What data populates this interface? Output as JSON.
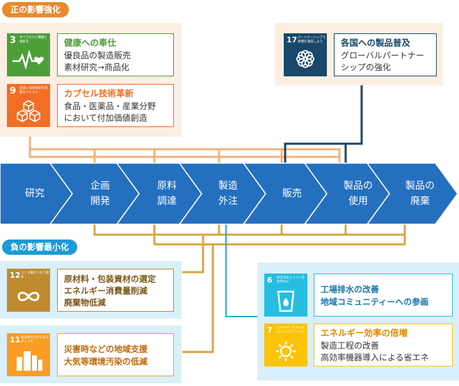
{
  "positive": {
    "pill": "正の影響強化",
    "cards": [
      {
        "sdg_num": "3",
        "sdg_caption": "すべての人に健康と福祉を",
        "title": "健康への奉仕",
        "lines": [
          "優良品の製造販売",
          "素材研究→商品化"
        ]
      },
      {
        "sdg_num": "9",
        "sdg_caption": "産業と技術革新の基盤をつくろう",
        "title": "カプセル技術革新",
        "lines": [
          "食品・医薬品・産業分野",
          "において付加価値創造"
        ]
      }
    ],
    "right_card": {
      "sdg_num": "17",
      "sdg_caption": "パートナーシップで目標を達成しよう",
      "title": "各国への製品普及",
      "lines": [
        "グローバルパートナー",
        "シップの強化"
      ]
    }
  },
  "flow": {
    "steps": [
      {
        "lines": [
          "研究"
        ]
      },
      {
        "lines": [
          "企画",
          "開発"
        ]
      },
      {
        "lines": [
          "原料",
          "調達"
        ]
      },
      {
        "lines": [
          "製造",
          "外注"
        ]
      },
      {
        "lines": [
          "販売"
        ]
      },
      {
        "lines": [
          "製品の",
          "使用"
        ]
      },
      {
        "lines": [
          "製品の",
          "廃棄"
        ]
      }
    ]
  },
  "negative": {
    "pill": "負の影響最小化",
    "cards": [
      {
        "sdg_num": "12",
        "sdg_caption": "つくる責任つかう責任",
        "lines": [
          "原材料・包装資材の選定",
          "エネルギー消費量削減",
          "廃棄物低減"
        ]
      },
      {
        "sdg_num": "11",
        "sdg_caption": "住み続けられるまちづくりを",
        "lines": [
          "災害時などの地域支援",
          "大気等環境汚染の低減"
        ]
      }
    ],
    "right_cards": [
      {
        "sdg_num": "6",
        "sdg_caption": "安全な水とトイレを世界中に",
        "lines": [
          "工場排水の改善",
          "地域コミュニティーへの参画"
        ]
      },
      {
        "sdg_num": "7",
        "sdg_caption": "エネルギーをみんなにそしてクリーンに",
        "title": "エネルギー効率の倍増",
        "lines": [
          "製造工程の改善",
          "高効率機器導入による省エネ"
        ]
      }
    ]
  },
  "colors": {
    "positive_accent": "#e8892c",
    "positive_bg": "#fdeee2",
    "negative_accent": "#1b9ad6",
    "negative_bg": "#d9eff9",
    "flow_blue": "#2470bf",
    "sdg3": "#4c9f38",
    "sdg9": "#f36d25",
    "sdg17": "#19486a",
    "sdg12": "#bf8b2e",
    "sdg11": "#f99d26",
    "sdg6": "#26bde2",
    "sdg7": "#fcc30b",
    "line_orange": "#f0b27a",
    "line_gold": "#d9a441",
    "line_navy": "#17416b",
    "line_cyan": "#2aa7dd"
  }
}
